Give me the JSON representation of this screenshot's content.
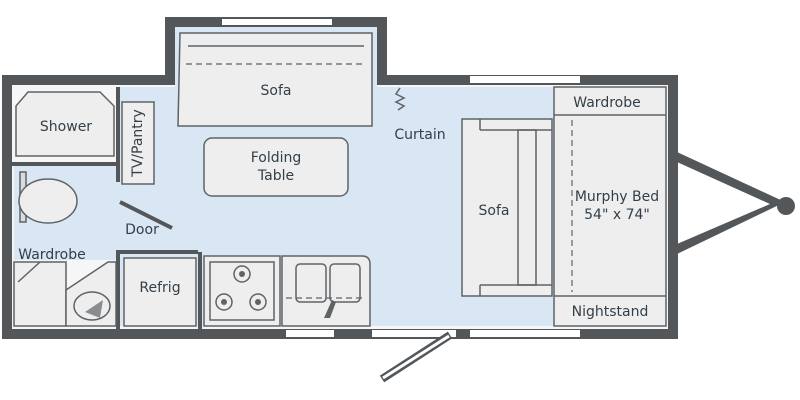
{
  "rooms": {
    "shower": "Shower",
    "tv_pantry": "TV/Pantry",
    "front_sofa": "Sofa",
    "folding_table": [
      "Folding",
      "Table"
    ],
    "curtain": "Curtain",
    "wardrobe_front": "Wardrobe",
    "rear_sofa": "Sofa",
    "murphy_bed": [
      "Murphy Bed",
      "54\" x 74\""
    ],
    "door_interior": "Door",
    "wardrobe_bath": "Wardrobe",
    "refrig": "Refrig",
    "nightstand": "Nightstand"
  },
  "colors": {
    "wall": "#54575a",
    "floor": "#d9e6f4",
    "fixture": "#eeeeee",
    "text": "#333f48"
  }
}
